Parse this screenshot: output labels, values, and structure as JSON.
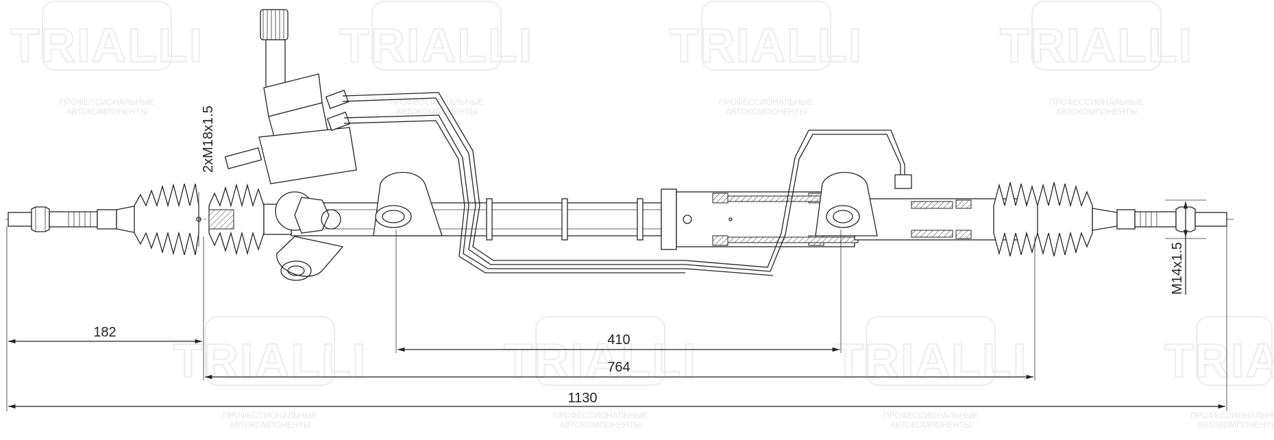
{
  "watermark": {
    "brand": "TRIALLI",
    "subtitle_line1": "ПРОФЕССИОНАЛЬНЫЕ",
    "subtitle_line2": "АВТОКОМПОНЕНТЫ"
  },
  "dimensions": {
    "d182": "182",
    "d410": "410",
    "d764": "764",
    "d1130": "1130",
    "thread_left": "2xM18x1.5",
    "thread_right": "M14x1.5"
  }
}
